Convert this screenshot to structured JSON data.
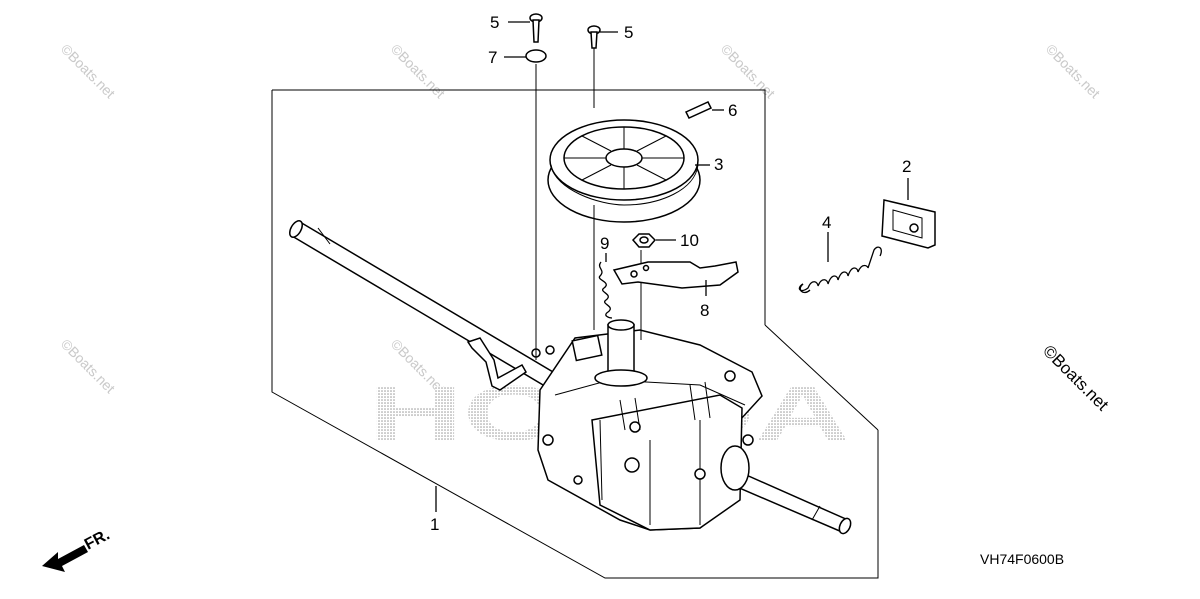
{
  "callouts": [
    {
      "id": "c5a",
      "text": "5"
    },
    {
      "id": "c5b",
      "text": "5"
    },
    {
      "id": "c7",
      "text": "7"
    },
    {
      "id": "c6",
      "text": "6"
    },
    {
      "id": "c3",
      "text": "3"
    },
    {
      "id": "c2",
      "text": "2"
    },
    {
      "id": "c4",
      "text": "4"
    },
    {
      "id": "c9",
      "text": "9"
    },
    {
      "id": "c10",
      "text": "10"
    },
    {
      "id": "c8",
      "text": "8"
    },
    {
      "id": "c1",
      "text": "1"
    }
  ],
  "drawing_code": "VH74F0600B",
  "direction_label": "FR.",
  "copyright": "©Boats.net",
  "watermark": "©Boats.net",
  "background_brand": "HONDA"
}
